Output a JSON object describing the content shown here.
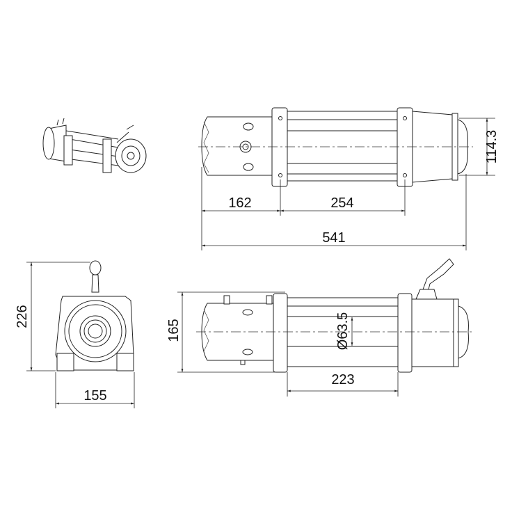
{
  "dimensions": {
    "top_view": {
      "motor_length": "162",
      "drum_length": "254",
      "overall_length": "541",
      "height": "114.3"
    },
    "end_view": {
      "height": "226",
      "width": "155"
    },
    "side_view": {
      "height": "165",
      "drum_diameter": "Ø63.5",
      "mount_spacing": "223"
    }
  },
  "colors": {
    "line": "#222222",
    "background": "#ffffff"
  }
}
